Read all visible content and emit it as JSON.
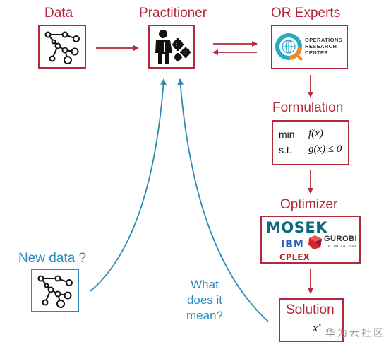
{
  "nodes": {
    "data": "Data",
    "practitioner": "Practitioner",
    "or_experts": "OR Experts",
    "formulation": "Formulation",
    "optimizer": "Optimizer",
    "solution": "Solution",
    "new_data": "New data ?"
  },
  "or_logo": {
    "line1": "OPERATIONS",
    "line2": "RESEARCH",
    "line3": "CENTER"
  },
  "formulation_box": {
    "min": "min",
    "min_expr": "f(x)",
    "st": "s.t.",
    "st_expr": "g(x) ≤ 0"
  },
  "optimizer_logos": {
    "mosek": "MOSEK",
    "ibm": "IBM",
    "cplex": "CPLEX",
    "gurobi": "GUROBI",
    "gurobi_sub": "OPTIMIZATION"
  },
  "solution_symbol": {
    "base": "x",
    "sup": "⋆"
  },
  "question": {
    "line1": "What",
    "line2": "does it",
    "line3": "mean?"
  },
  "watermark": "华为云社区",
  "colors": {
    "red": "#b4283d",
    "blue": "#2b8bb8"
  },
  "icons": [
    "graph-network-icon",
    "person-gears-icon",
    "orc-globe-icon",
    "gurobi-cube-icon"
  ]
}
